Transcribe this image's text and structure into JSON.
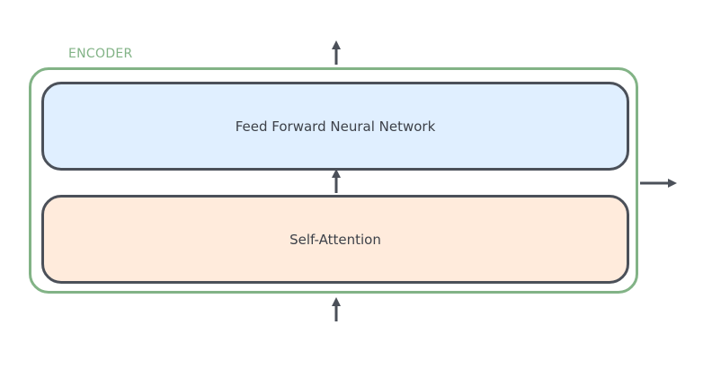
{
  "encoder": {
    "label": "ENCODER",
    "border_color": "#82b386"
  },
  "layers": {
    "ffn": {
      "label": "Feed Forward Neural Network",
      "fill_color": "#e0efff"
    },
    "attention": {
      "label": "Self-Attention",
      "fill_color": "#ffebdc"
    }
  },
  "colors": {
    "stroke": "#4b5059",
    "text": "#3d4149"
  }
}
